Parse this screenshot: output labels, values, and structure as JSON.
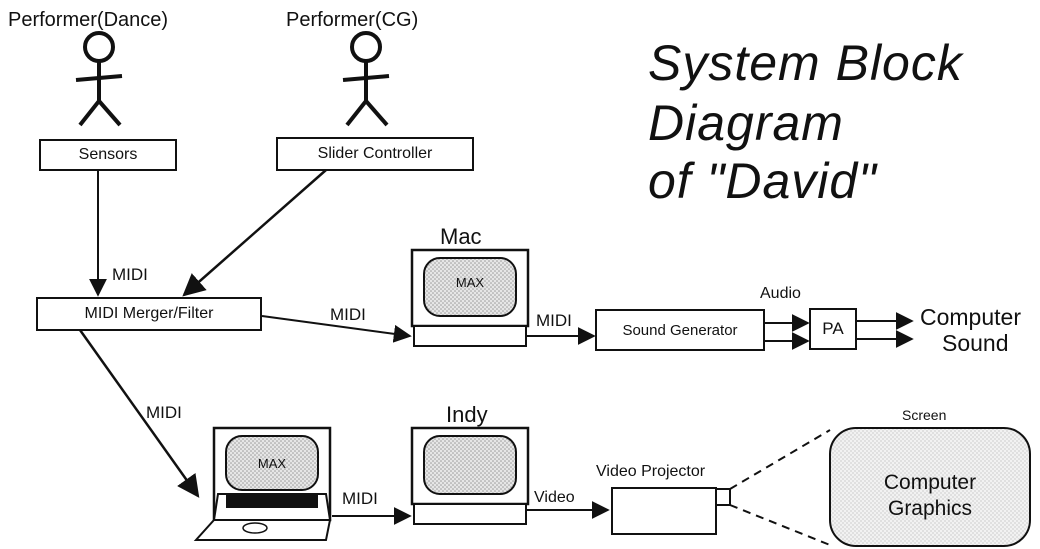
{
  "title": {
    "line1": "System Block",
    "line2": "Diagram",
    "line3": "of \"David\""
  },
  "performers": {
    "dance": "Performer(Dance)",
    "cg": "Performer(CG)"
  },
  "boxes": {
    "sensors": "Sensors",
    "slider": "Slider Controller",
    "merger": "MIDI Merger/Filter",
    "sound_generator": "Sound Generator",
    "pa": "PA"
  },
  "computers": {
    "mac": "Mac",
    "mac_screen": "MAX",
    "indy": "Indy",
    "laptop_screen": "MAX"
  },
  "signals": {
    "midi_merge": "MIDI",
    "midi_to_mac": "MIDI",
    "midi_mac_out": "MIDI",
    "audio": "Audio",
    "midi_to_laptop": "MIDI",
    "midi_laptop_out": "MIDI",
    "video": "Video"
  },
  "outputs": {
    "sound_line1": "Computer",
    "sound_line2": "Sound",
    "projector": "Video Projector",
    "screen": "Screen",
    "graphics_line1": "Computer",
    "graphics_line2": "Graphics"
  },
  "colors": {
    "line": "#111111",
    "screen_fill": "#d9d9d9",
    "graphics_fill": "#ececec"
  }
}
